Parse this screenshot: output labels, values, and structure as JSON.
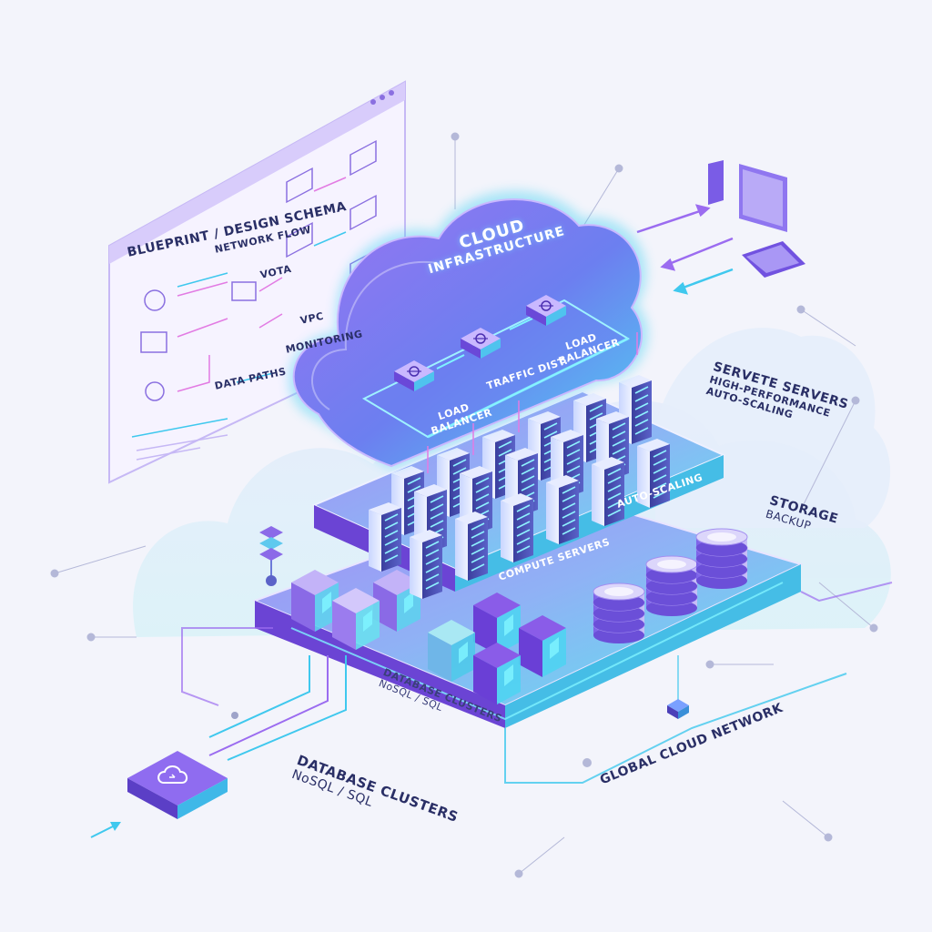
{
  "cloud": {
    "title_line1": "CLOUD",
    "title_line2": "INFRASTRUCTURE",
    "nodes": [
      "LOAD BALANCER",
      "TRAFFIC DIST.",
      "LOAD BALANCER"
    ]
  },
  "blueprint": {
    "title": "BLUEPRINT / DESIGN SCHEMA",
    "labels": [
      "NETWORK FLOW",
      "VOTA",
      "VPC",
      "MONITORING",
      "DATA PATHS"
    ]
  },
  "compute": {
    "label_main": "COMPUTE SERVERS",
    "label_auto": "AUTO-SCALING"
  },
  "servers_note": {
    "title": "SERVETE SERVERS",
    "line1": "HIGH-PERFORMANCE",
    "line2": "AUTO-SCALING"
  },
  "storage_note": {
    "title": "STORAGE",
    "line1": "BACKUP"
  },
  "db_platform": {
    "title": "DATABASE CLUSTERS",
    "sub": "NoSQL / SQL"
  },
  "db_note": {
    "title": "DATABASE CLUSTERS",
    "sub": "NoSQL / SQL"
  },
  "network": {
    "label": "GLOBAL CLOUD NETWORK"
  },
  "colors": {
    "purple": "#7b4fe0",
    "violet": "#9b6cf0",
    "cyan": "#3fd0f0",
    "teal": "#4ee6e0",
    "navy": "#2a2f66",
    "bg": "#f3f4fb"
  }
}
